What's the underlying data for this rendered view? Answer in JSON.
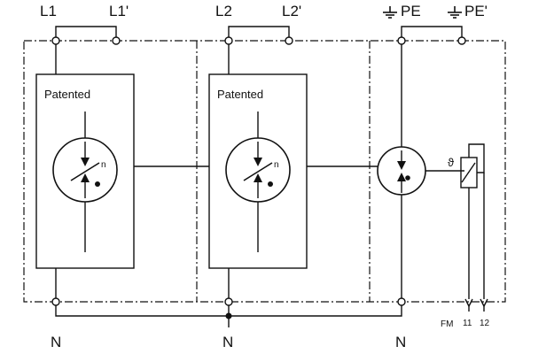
{
  "labels": {
    "l1": "L1",
    "l1_prime": "L1'",
    "l2": "L2",
    "l2_prime": "L2'",
    "pe": "PE",
    "pe_prime": "PE'",
    "n1": "N",
    "n2": "N",
    "n3": "N",
    "fm": "FM",
    "term_11": "11",
    "term_12": "12",
    "theta": "ϑ"
  },
  "modules": [
    {
      "label": "Patented",
      "n_mark": "n"
    },
    {
      "label": "Patented",
      "n_mark": "n"
    }
  ]
}
